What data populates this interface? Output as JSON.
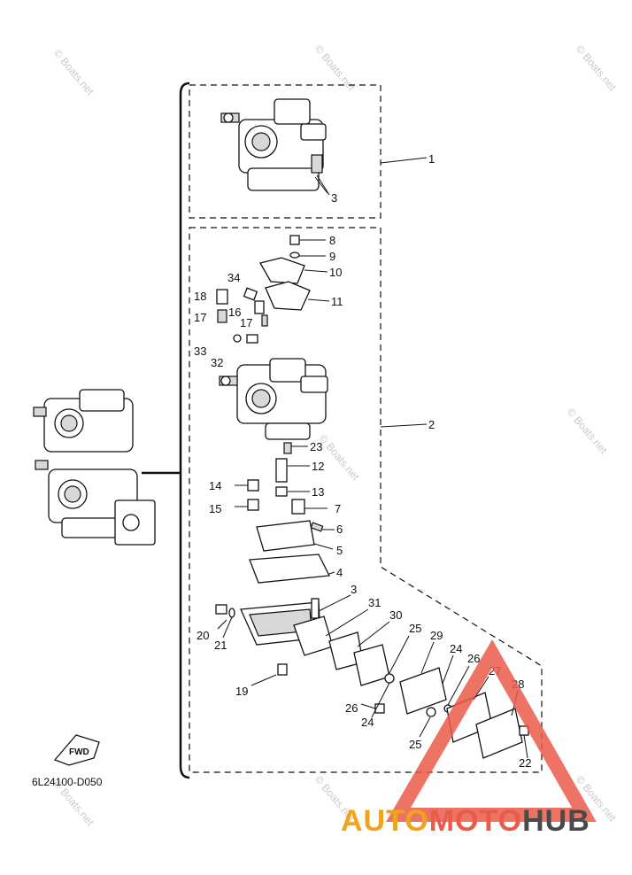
{
  "diagram": {
    "code": "6L24100-D050",
    "fwd_label": "FWD",
    "callouts": [
      "1",
      "3",
      "8",
      "9",
      "10",
      "11",
      "34",
      "18",
      "16",
      "17",
      "17",
      "33",
      "32",
      "2",
      "23",
      "12",
      "14",
      "13",
      "15",
      "7",
      "6",
      "5",
      "4",
      "3",
      "31",
      "30",
      "25",
      "29",
      "24",
      "26",
      "27",
      "20",
      "21",
      "28",
      "19",
      "26",
      "24",
      "25",
      "22"
    ]
  },
  "watermark": {
    "text": "© Boats.net"
  },
  "branding": {
    "auto": "AUTO",
    "moto": "MOTO",
    "hub": "HUB",
    "colors": {
      "auto": "#f2a31b",
      "moto": "#ea5b4a",
      "hub": "#4a4a4a"
    }
  }
}
